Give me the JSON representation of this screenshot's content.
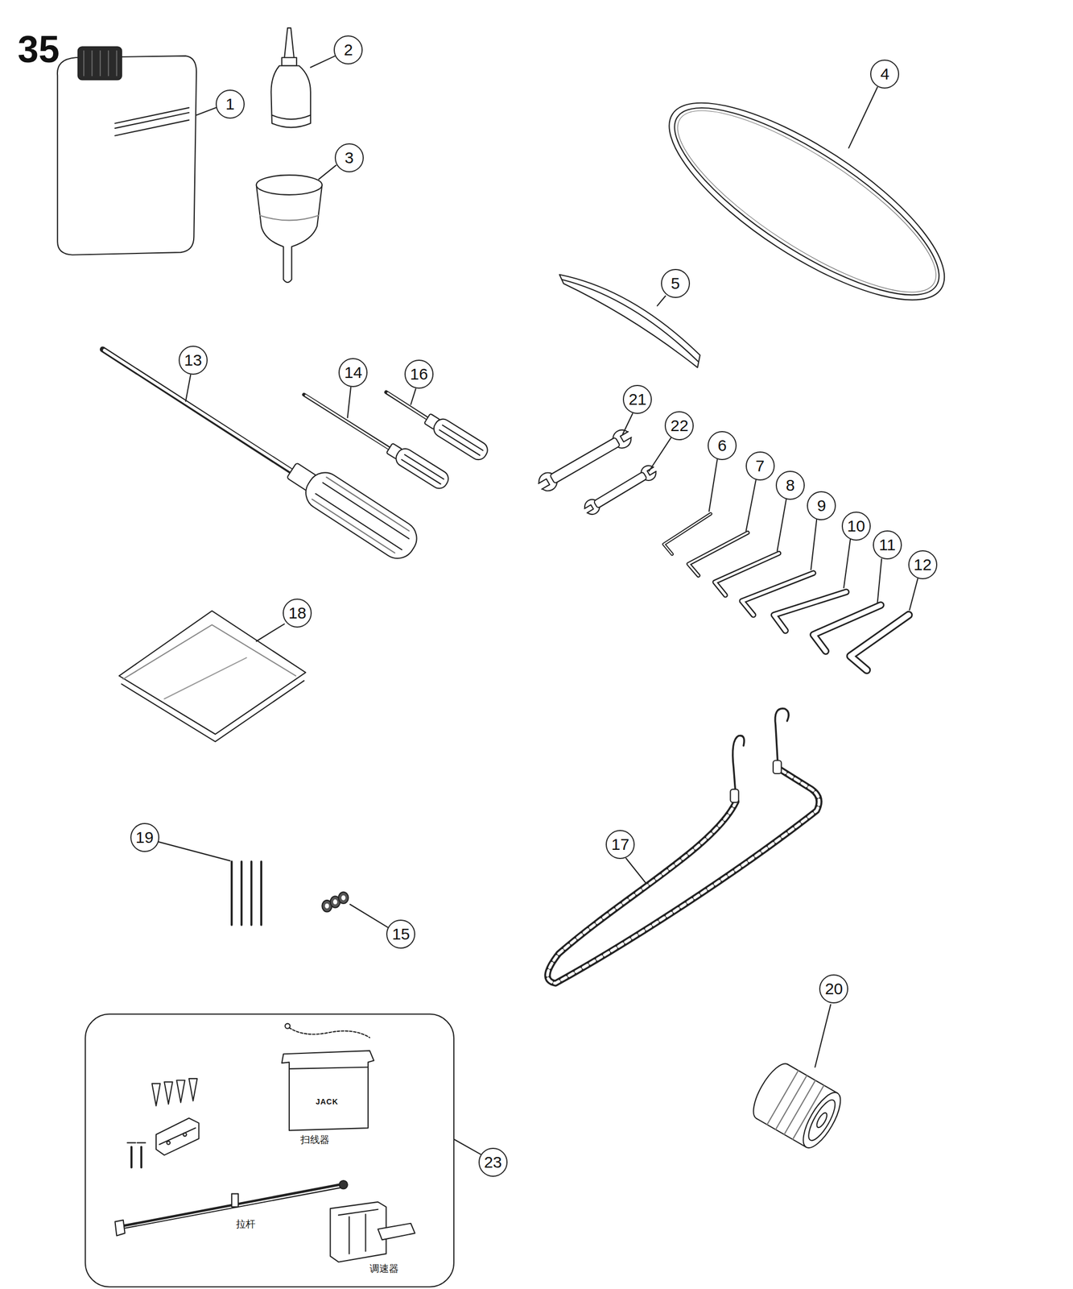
{
  "diagram": {
    "nodes": [
      {
        "text": [
          "扫线器",
          "拉杆",
          "调速器"
        ]
      }
    ],
    "labels": [
      "35",
      "1",
      "2",
      "3",
      "4",
      "5",
      "13",
      "14",
      "16",
      "21",
      "22",
      "6",
      "7",
      "8",
      "9",
      "10",
      "11",
      "12",
      "18",
      "19",
      "15",
      "17",
      "20",
      "23",
      "JACK"
    ]
  }
}
